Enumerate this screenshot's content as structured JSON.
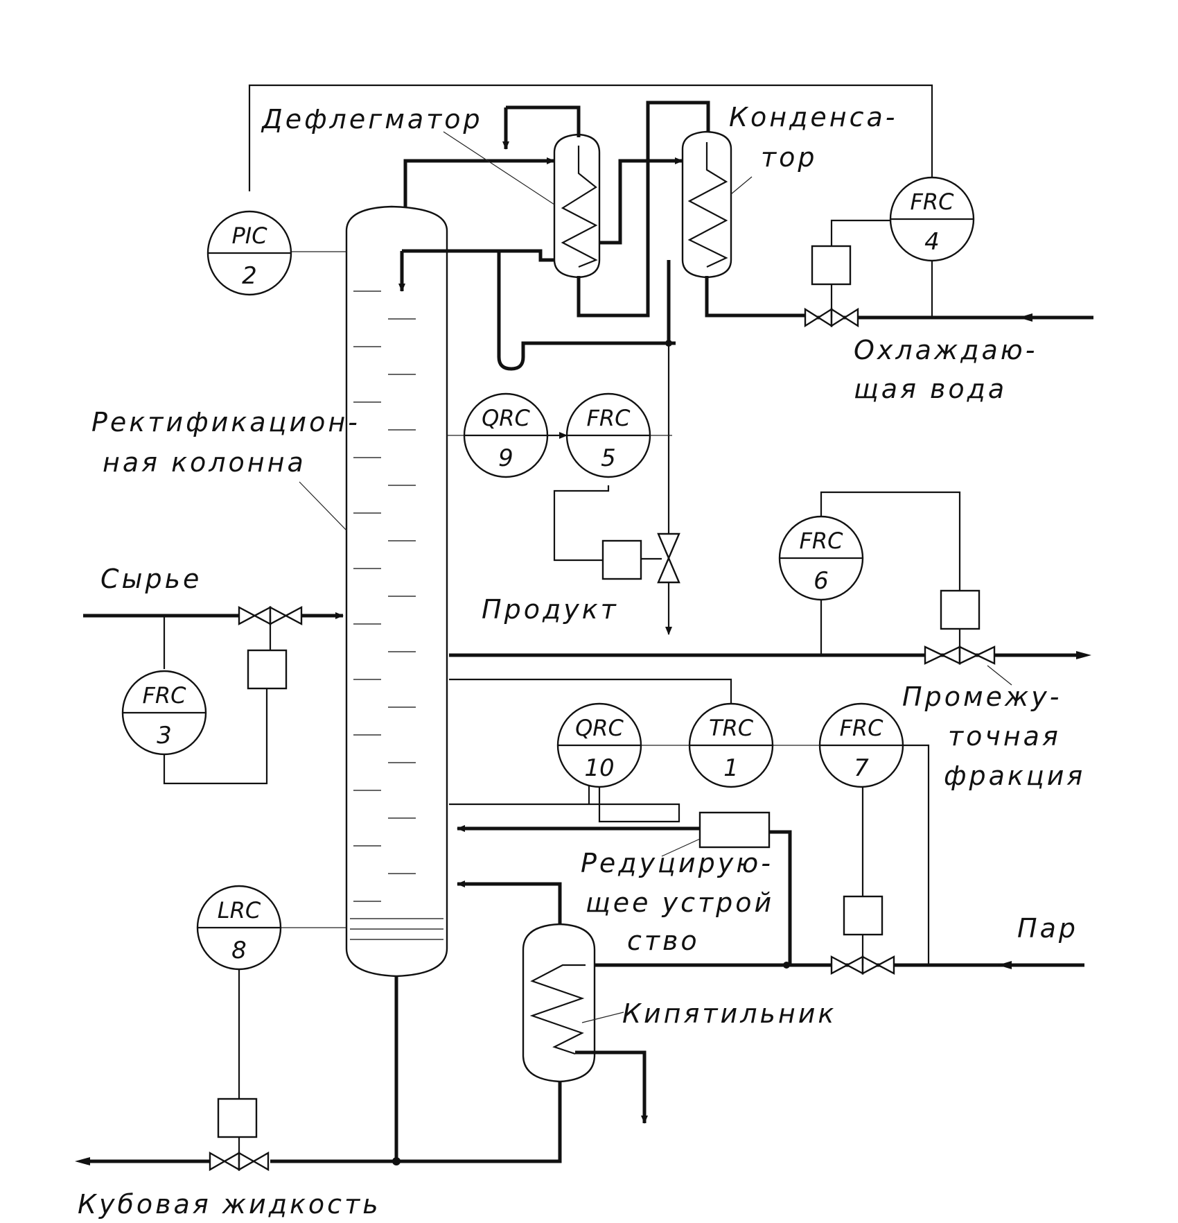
{
  "labels": {
    "deflegmator": "Дефлегматор",
    "condenser_1": "Конденса-",
    "condenser_2": "тор",
    "column_1": "Ректификацион-",
    "column_2": "ная колонна",
    "feed": "Сырье",
    "product": "Продукт",
    "cooling_water_1": "Охлаждаю-",
    "cooling_water_2": "щая вода",
    "intermediate_1": "Промежу-",
    "intermediate_2": "точная",
    "intermediate_3": "фракция",
    "reducer_1": "Редуцирую-",
    "reducer_2": "щее устрой",
    "reducer_3": "ство",
    "steam": "Пар",
    "reboiler": "Кипятильник",
    "bottoms": "Кубовая жидкость"
  },
  "instruments": [
    {
      "id": "pic-2",
      "tag": "PIC",
      "number": "2"
    },
    {
      "id": "frc-4",
      "tag": "FRC",
      "number": "4"
    },
    {
      "id": "qrc-9",
      "tag": "QRC",
      "number": "9"
    },
    {
      "id": "frc-5",
      "tag": "FRC",
      "number": "5"
    },
    {
      "id": "frc-6",
      "tag": "FRC",
      "number": "6"
    },
    {
      "id": "frc-3",
      "tag": "FRC",
      "number": "3"
    },
    {
      "id": "qrc-10",
      "tag": "QRC",
      "number": "10"
    },
    {
      "id": "trc-1",
      "tag": "TRC",
      "number": "1"
    },
    {
      "id": "frc-7",
      "tag": "FRC",
      "number": "7"
    },
    {
      "id": "lrc-8",
      "tag": "LRC",
      "number": "8"
    }
  ]
}
